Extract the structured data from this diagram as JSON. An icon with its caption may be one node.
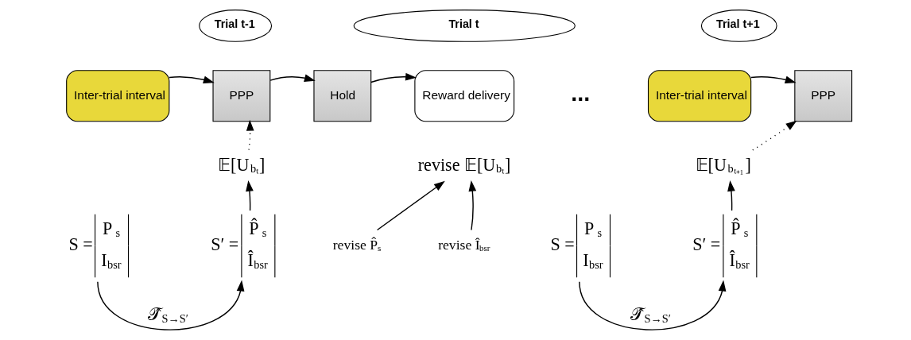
{
  "diagram": {
    "nodes": [
      {
        "text": [
          "Trial t-1"
        ]
      },
      {
        "text": [
          "Trial t"
        ]
      },
      {
        "text": [
          "Trial t+1"
        ]
      },
      {
        "text": [
          "Inter-trial interval"
        ]
      },
      {
        "text": [
          "PPP"
        ]
      },
      {
        "text": [
          "Hold"
        ]
      },
      {
        "text": [
          "Reward delivery"
        ]
      },
      {
        "text": [
          "Inter-trial interval"
        ]
      },
      {
        "text": [
          "PPP"
        ]
      },
      {
        "text": [
          "𝔼[U$_{bₜ}$]"
        ]
      },
      {
        "text": [
          "S =",
          "P$_{s}$",
          "I$_{bsr}$"
        ]
      },
      {
        "text": [
          "S′ =",
          "P̂$_{s}$",
          "Î$_{bsr}$"
        ]
      },
      {
        "text": [
          "revise 𝔼[U$_{bₜ}$]"
        ]
      },
      {
        "text": [
          "revise P̂$_{s}$"
        ]
      },
      {
        "text": [
          "revise Î$_{bsr}$"
        ]
      },
      {
        "text": [
          "𝔼[U$_{bₜ₊₁}$]"
        ]
      },
      {
        "text": [
          "S =",
          "P$_{s}$",
          "I$_{bsr}$"
        ]
      },
      {
        "text": [
          "S′ =",
          "P̂$_{s}$",
          "Î$_{bsr}$"
        ]
      }
    ],
    "edges": [
      {
        "from": 3,
        "to": 4,
        "arrow": "to"
      },
      {
        "from": 4,
        "to": 5,
        "arrow": "to"
      },
      {
        "from": 5,
        "to": 6,
        "arrow": "to"
      },
      {
        "from": 7,
        "to": 8,
        "arrow": "to"
      },
      {
        "from": 9,
        "to": 4,
        "arrow": "to",
        "style": "dashed"
      },
      {
        "from": 11,
        "to": 9,
        "arrow": "to"
      },
      {
        "from": 13,
        "to": 12,
        "arrow": "to"
      },
      {
        "from": 14,
        "to": 12,
        "arrow": "to"
      },
      {
        "from": 15,
        "to": 8,
        "arrow": "to",
        "style": "dashed"
      },
      {
        "from": 17,
        "to": 15,
        "arrow": "to"
      },
      {
        "from": 10,
        "to": 11,
        "arrow": "to",
        "label": "𝒯̂$_{S→S′}$"
      },
      {
        "from": 16,
        "to": 17,
        "arrow": "to",
        "label": "𝒯̂$_{S→S′}$"
      }
    ],
    "labels": [
      "..."
    ]
  }
}
